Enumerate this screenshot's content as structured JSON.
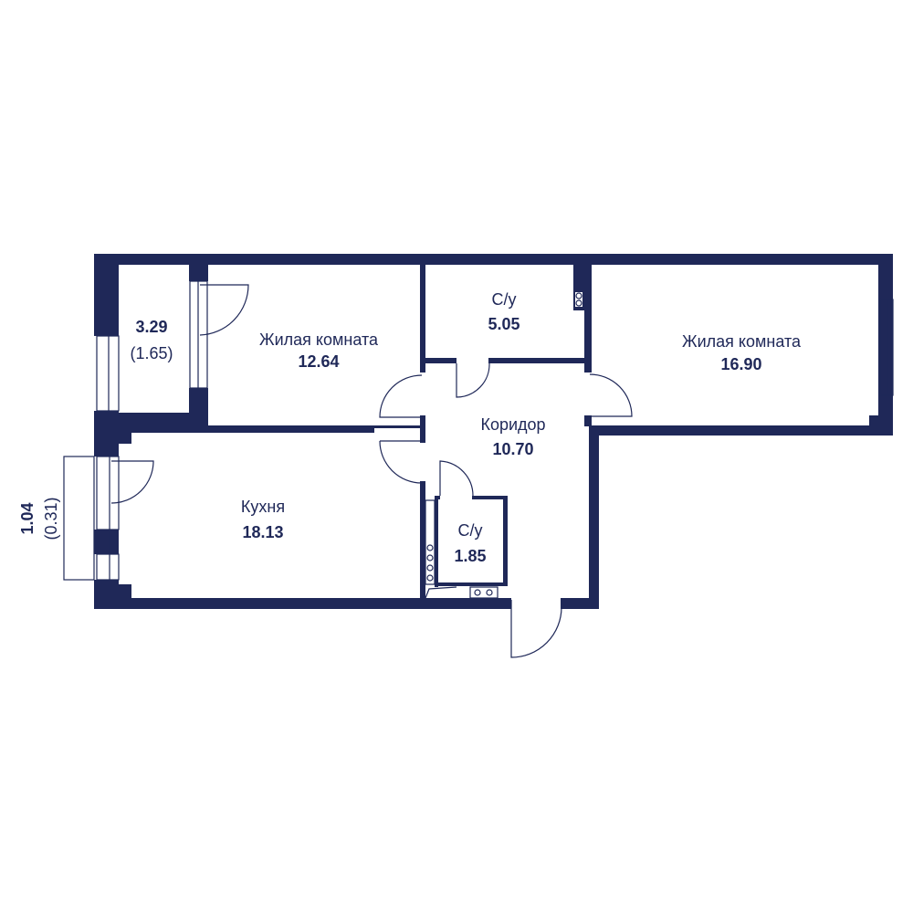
{
  "plan": {
    "color": "#1f2858",
    "rooms": [
      {
        "name": "Жилая комната",
        "area": "12.64"
      },
      {
        "name": "Жилая комната",
        "area": "16.90"
      },
      {
        "name": "С/у",
        "area": "5.05"
      },
      {
        "name": "Коридор",
        "area": "10.70"
      },
      {
        "name": "Кухня",
        "area": "18.13"
      },
      {
        "name": "С/у",
        "area": "1.85"
      }
    ],
    "loggia": {
      "area": "3.29",
      "reduced": "(1.65)"
    },
    "balcony": {
      "area": "1.04",
      "reduced": "(0.31)"
    }
  }
}
